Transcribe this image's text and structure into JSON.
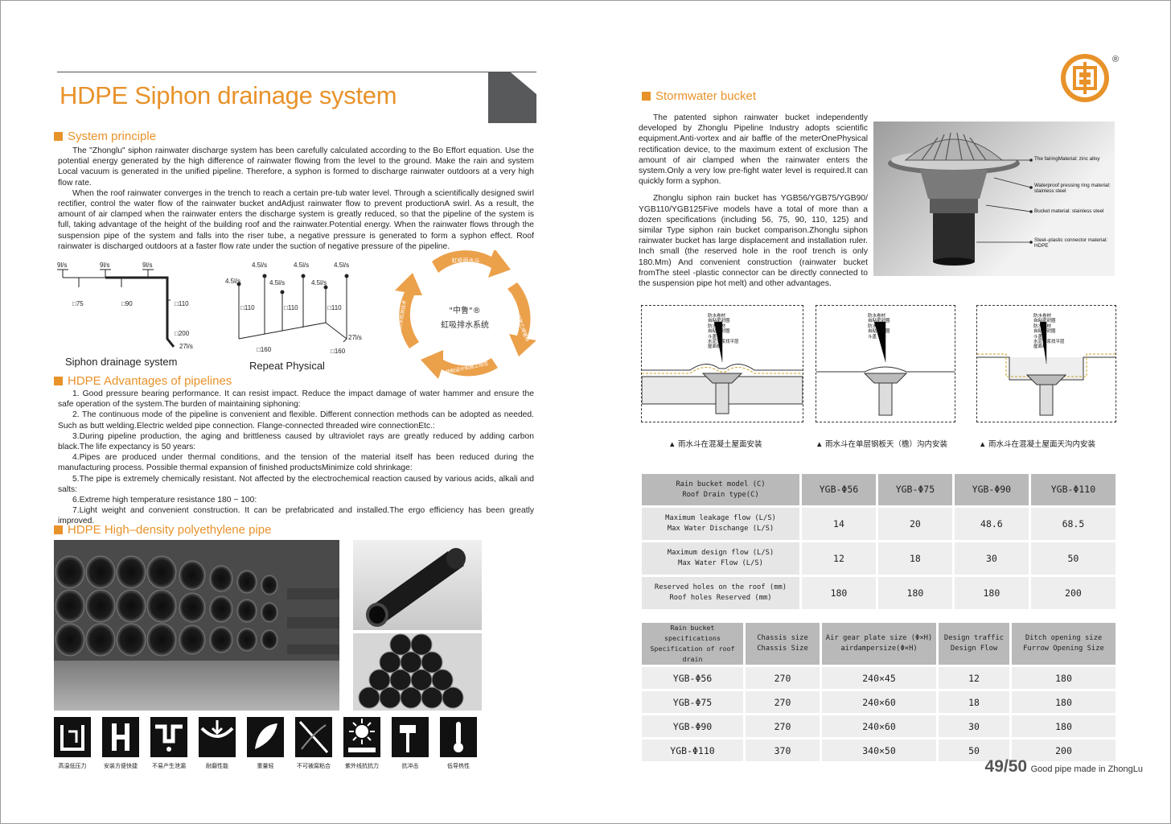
{
  "left": {
    "title": "HDPE Siphon drainage system",
    "system_principle": {
      "heading": "System principle",
      "p1": "The \"Zhonglu\" siphon rainwater discharge system has been carefully calculated according to the Bo Effort equation. Use the potential energy generated by the high difference of rainwater flowing from the level to the ground. Make the rain and system Local vacuum is generated in the unified pipeline. Therefore, a syphon is formed to discharge rainwater outdoors at a very high flow rate.",
      "p2": "When the roof rainwater converges in the trench to reach a certain pre-tub water level. Through a scientifically designed swirl rectifier, control the water flow of the rainwater bucket andAdjust rainwater flow to prevent productionA swirl. As a result, the amount of air clamped when the rainwater enters the discharge system is greatly reduced, so that the pipeline of the system is full, taking advantage of the height of the building roof and the rainwater.Potential energy. When the rainwater flows through the suspension pipe of the system and falls into the riser tube, a negative pressure is generated to form a syphon effect. Roof rainwater is discharged outdoors at a faster flow rate under the suction of negative pressure of the pipeline."
    },
    "siphon_diagram": {
      "caption": "Siphon drainage system",
      "flows": [
        "9l/s",
        "9l/s",
        "9l/s"
      ],
      "pipes": [
        "□75",
        "□90",
        "□110",
        "□200"
      ],
      "outlet": "27l/s"
    },
    "repeat_diagram": {
      "caption": "Repeat Physical",
      "flows": [
        "4.5l/s",
        "4.5l/s",
        "4.5l/s",
        "4.5l/s",
        "4.5l/s",
        "4.5l/s"
      ],
      "pipes": [
        "□110",
        "□110",
        "□110",
        "□160",
        "□160"
      ],
      "outlet": "27l/s"
    },
    "cycle": {
      "center_top": "\"中鲁\"®",
      "center_bottom": "虹吸排水系统",
      "arc1": "虹吸雨水斗",
      "arc2": "HDPE高密度聚乙烯管件",
      "arc3": "特制设计和施工规范",
      "arc4": "专业防水检测技术"
    },
    "advantages": {
      "heading": "HDPE Advantages of pipelines",
      "items": [
        "1. Good pressure bearing performance. It can resist impact. Reduce the impact damage of water hammer and ensure the safe operation of the system.The burden of maintaining siphoning:",
        "2. The continuous mode of the pipeline is convenient and flexible. Different connection methods can be adopted as needed. Such as butt welding.Electric welded pipe connection. Flange-connected threaded wire connectionEtc.:",
        "3.During pipeline production, the aging and brittleness caused by ultraviolet rays are greatly reduced by adding carbon black.The life expectancy is 50 years:",
        "4.Pipes are produced under thermal conditions, and the tension of the material itself has been reduced during the manufacturing process. Possible thermal expansion of finished productsMinimize cold shrinkage:",
        "5.The pipe is extremely chemically resistant. Not affected by the electrochemical reaction caused by various acids, alkali and salts:",
        "6.Extreme high temperature resistance 180 ~ 100:",
        "7.Light weight and convenient construction. It can be prefabricated and installed.The ergo efficiency has been greatly improved."
      ]
    },
    "hdpe_pipe": {
      "heading": "HDPE High–density polyethylene pipe"
    },
    "icons": [
      {
        "name": "pressure-icon",
        "label": "高温低压力"
      },
      {
        "name": "install-icon",
        "label": "安装方便快捷"
      },
      {
        "name": "no-leak-icon",
        "label": "不易产生泄漏"
      },
      {
        "name": "wear-icon",
        "label": "耐磨性能"
      },
      {
        "name": "light-icon",
        "label": "重量轻"
      },
      {
        "name": "no-scale-icon",
        "label": "不可被腐粘合"
      },
      {
        "name": "uv-icon",
        "label": "紫外线抗抗力"
      },
      {
        "name": "impact-icon",
        "label": "抗冲击"
      },
      {
        "name": "low-temp-icon",
        "label": "低导热性"
      }
    ]
  },
  "right": {
    "logo_mark": "®",
    "stormwater": {
      "heading": "Stormwater bucket",
      "p1": "The patented siphon rainwater bucket independently developed by Zhonglu Pipeline Industry adopts scientific equipment.Anti-vortex and air baffle of the meterOnePhysical rectification device, to the maximum extent of exclusion The amount of air clamped when the rainwater enters the system.Only a very low pre-fight water level is required.It can quickly form a syphon.",
      "p2": "Zhonglu siphon rain bucket has YGB56/YGB75/YGB90/ YGB110/YGB125Five models have a total of more than a dozen specifications (including 56, 75, 90, 110, 125) and similar Type siphon rain bucket comparison.Zhonglu siphon rainwater bucket has large displacement and installation ruler. Inch small (the reserved hole in the roof trench is only 180.Mm) And convenient construction (rainwater bucket fromThe steel -plastic connector can be directly connected to the suspension pipe hot melt) and other advantages."
    },
    "bucket_labels": [
      "The fairingMaterial: zinc alloy",
      "Waterproof pressing ring material: stainless steel",
      "Bucket material: stainless steel",
      "Steel–plastic connector material: HDPE"
    ],
    "install_captions": [
      "▲ 雨水斗在混凝土屋面安装",
      "▲ 雨水斗在单层钢板天（檐）沟内安装",
      "▲ 雨水斗在混凝土屋面天沟内安装"
    ],
    "install_layers": [
      "防水卷材",
      "自粘密封圈",
      "防水管材",
      "自粘密封圈",
      "斗盖",
      "水泥沙浆找平层",
      "屋面板"
    ],
    "table1": {
      "header_label": [
        "Rain bucket model (C)",
        "Roof Drain type(C)"
      ],
      "models": [
        "YGB-Φ56",
        "YGB-Φ75",
        "YGB-Φ90",
        "YGB-Φ110"
      ],
      "rows": [
        {
          "label": [
            "Maximum leakage flow (L/S)",
            "Max Water Dischange (L/S)"
          ],
          "values": [
            "14",
            "20",
            "48.6",
            "68.5"
          ]
        },
        {
          "label": [
            "Maximum design flow (L/S)",
            "Max Water Flow (L/S)"
          ],
          "values": [
            "12",
            "18",
            "30",
            "50"
          ]
        },
        {
          "label": [
            "Reserved holes on the roof (mm)",
            "Roof holes Reserved (mm)"
          ],
          "values": [
            "180",
            "180",
            "180",
            "200"
          ]
        }
      ]
    },
    "table2": {
      "headers": [
        [
          "Rain bucket specifications",
          "Specification of roof drain"
        ],
        [
          "Chassis size",
          "Chassis Size"
        ],
        [
          "Air gear plate size (Φ×H)",
          "airdampersize(Φ×H)"
        ],
        [
          "Design traffic",
          "Design Flow"
        ],
        [
          "Ditch opening size",
          "Furrow Opening Size"
        ]
      ],
      "rows": [
        [
          "YGB-Φ56",
          "270",
          "240×45",
          "12",
          "180"
        ],
        [
          "YGB-Φ75",
          "270",
          "240×60",
          "18",
          "180"
        ],
        [
          "YGB-Φ90",
          "270",
          "240×60",
          "30",
          "180"
        ],
        [
          "YGB-Φ110",
          "370",
          "340×50",
          "50",
          "200"
        ]
      ]
    },
    "footer": {
      "page_numbers": "49/50",
      "tagline": "Good pipe made in ZhongLu"
    }
  }
}
